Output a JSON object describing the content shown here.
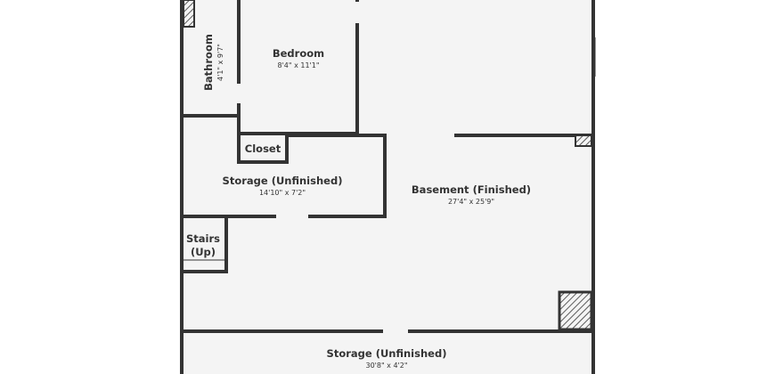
{
  "plan": {
    "colors": {
      "floor": "#f4f4f4",
      "wall": "#333333",
      "text": "#333333",
      "background": "#ffffff"
    },
    "rooms": {
      "bedroom": {
        "name": "Bedroom",
        "dimensions": "8'4\" x 11'1\""
      },
      "bathroom": {
        "name": "Bathroom",
        "dimensions": "4'1\" x 9'7\""
      },
      "closet": {
        "name": "Closet"
      },
      "storage_middle": {
        "name": "Storage (Unfinished)",
        "dimensions": "14'10\" x 7'2\""
      },
      "basement": {
        "name": "Basement (Finished)",
        "dimensions": "27'4\" x 25'9\""
      },
      "stairs": {
        "name_line1": "Stairs",
        "name_line2": "(Up)"
      },
      "storage_bottom": {
        "name": "Storage (Unfinished)",
        "dimensions": "30'8\" x 4'2\""
      }
    }
  }
}
